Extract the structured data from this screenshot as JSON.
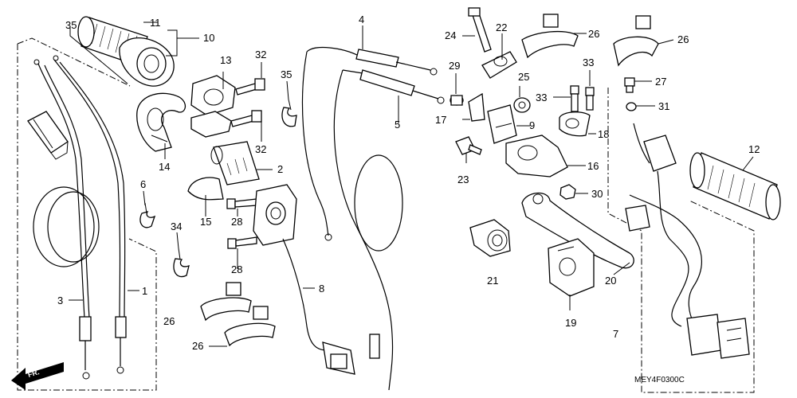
{
  "diagram_code": "MEY4F0300C",
  "direction_label": "FR.",
  "callouts": {
    "c1": "1",
    "c2": "2",
    "c3": "3",
    "c4": "4",
    "c5": "5",
    "c6": "6",
    "c7": "7",
    "c8": "8",
    "c9": "9",
    "c10": "10",
    "c11": "11",
    "c12": "12",
    "c13": "13",
    "c14": "14",
    "c15": "15",
    "c16": "16",
    "c17": "17",
    "c18": "18",
    "c19": "19",
    "c20": "20",
    "c21": "21",
    "c22": "22",
    "c23": "23",
    "c24": "24",
    "c25": "25",
    "c26a": "26",
    "c26b": "26",
    "c26c": "26",
    "c26d": "26",
    "c27": "27",
    "c28a": "28",
    "c28b": "28",
    "c29": "29",
    "c30": "30",
    "c31": "31",
    "c32a": "32",
    "c32b": "32",
    "c33a": "33",
    "c33b": "33",
    "c34": "34",
    "c35a": "35",
    "c35b": "35"
  }
}
